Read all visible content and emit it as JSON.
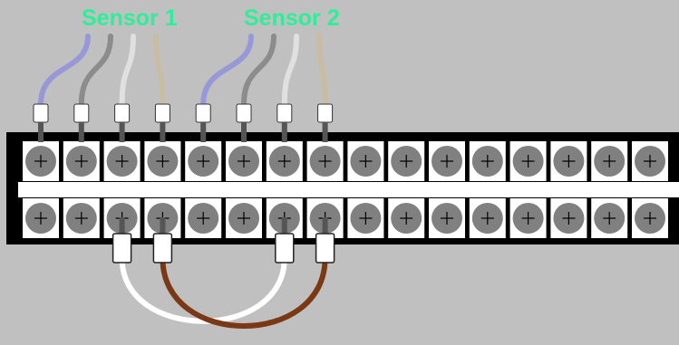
{
  "labels": {
    "sensor_1": "Sensor 1",
    "sensor_2": "Sensor 2"
  },
  "colors": {
    "background": "#c0c0c0",
    "label": "#2eee9a",
    "strip_frame": "#000000",
    "terminal_cell": "#ffffff",
    "screw_head": "#808080",
    "screw_slot": "#000000",
    "wire_blue": "#9898d8",
    "wire_gray": "#8c8c8c",
    "wire_white": "#e0e0e0",
    "wire_tan": "#c8bca2",
    "jumper_white": "#ffffff",
    "jumper_brown": "#7a3814"
  },
  "terminal_strip": {
    "terminals_per_row": 16,
    "rows": 2
  },
  "sensors": [
    {
      "name": "Sensor 1",
      "wires": [
        {
          "color": "blue",
          "terminal": 1
        },
        {
          "color": "gray",
          "terminal": 2
        },
        {
          "color": "white",
          "terminal": 3
        },
        {
          "color": "tan",
          "terminal": 4
        }
      ]
    },
    {
      "name": "Sensor 2",
      "wires": [
        {
          "color": "blue",
          "terminal": 5
        },
        {
          "color": "gray",
          "terminal": 6
        },
        {
          "color": "white",
          "terminal": 7
        },
        {
          "color": "tan",
          "terminal": 8
        }
      ]
    }
  ],
  "jumpers": [
    {
      "color": "white",
      "from_terminal": 3,
      "to_terminal": 7,
      "row": "bottom"
    },
    {
      "color": "brown",
      "from_terminal": 4,
      "to_terminal": 8,
      "row": "bottom"
    }
  ]
}
